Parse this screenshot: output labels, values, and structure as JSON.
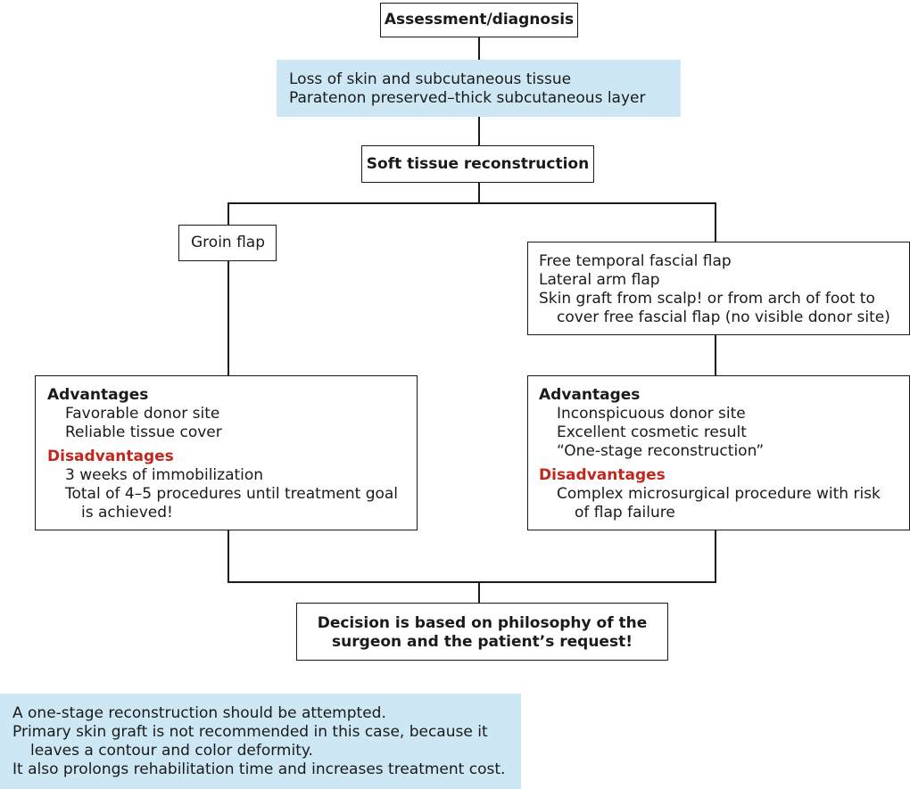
{
  "assessment": "Assessment/diagnosis",
  "finding": {
    "line1": "Loss of skin and subcutaneous tissue",
    "line2": "Paratenon preserved–thick subcutaneous layer"
  },
  "reconstruction": "Soft tissue reconstruction",
  "left_option": "Groin flap",
  "right_option": {
    "line1": "Free temporal fascial flap",
    "line2": "Lateral arm flap",
    "line3": "Skin graft from scalp! or from arch of foot to",
    "line4": "cover free fascial flap (no visible donor site)"
  },
  "left_eval": {
    "adv_heading": "Advantages",
    "adv1": "Favorable donor site",
    "adv2": "Reliable tissue cover",
    "dis_heading": "Disadvantages",
    "dis1": "3 weeks of immobilization",
    "dis2a": "Total of 4–5 procedures until treatment goal",
    "dis2b": "is achieved!"
  },
  "right_eval": {
    "adv_heading": "Advantages",
    "adv1": "Inconspicuous donor site",
    "adv2": "Excellent cosmetic result",
    "adv3": "“One-stage reconstruction”",
    "dis_heading": "Disadvantages",
    "dis1a": "Complex microsurgical procedure with risk",
    "dis1b": "of flap failure"
  },
  "decision": {
    "line1": "Decision is based on philosophy of the",
    "line2": "surgeon and the patient’s request!"
  },
  "note": {
    "line1": "A one-stage reconstruction should be attempted.",
    "line2a": "Primary skin graft is not recommended in this case, because it",
    "line2b": "leaves a contour and color deformity.",
    "line3": "It also prolongs rehabilitation time and increases treatment cost."
  },
  "colors": {
    "highlight_fill": "#cde7f5",
    "disadvantage_text": "#c0281e"
  }
}
